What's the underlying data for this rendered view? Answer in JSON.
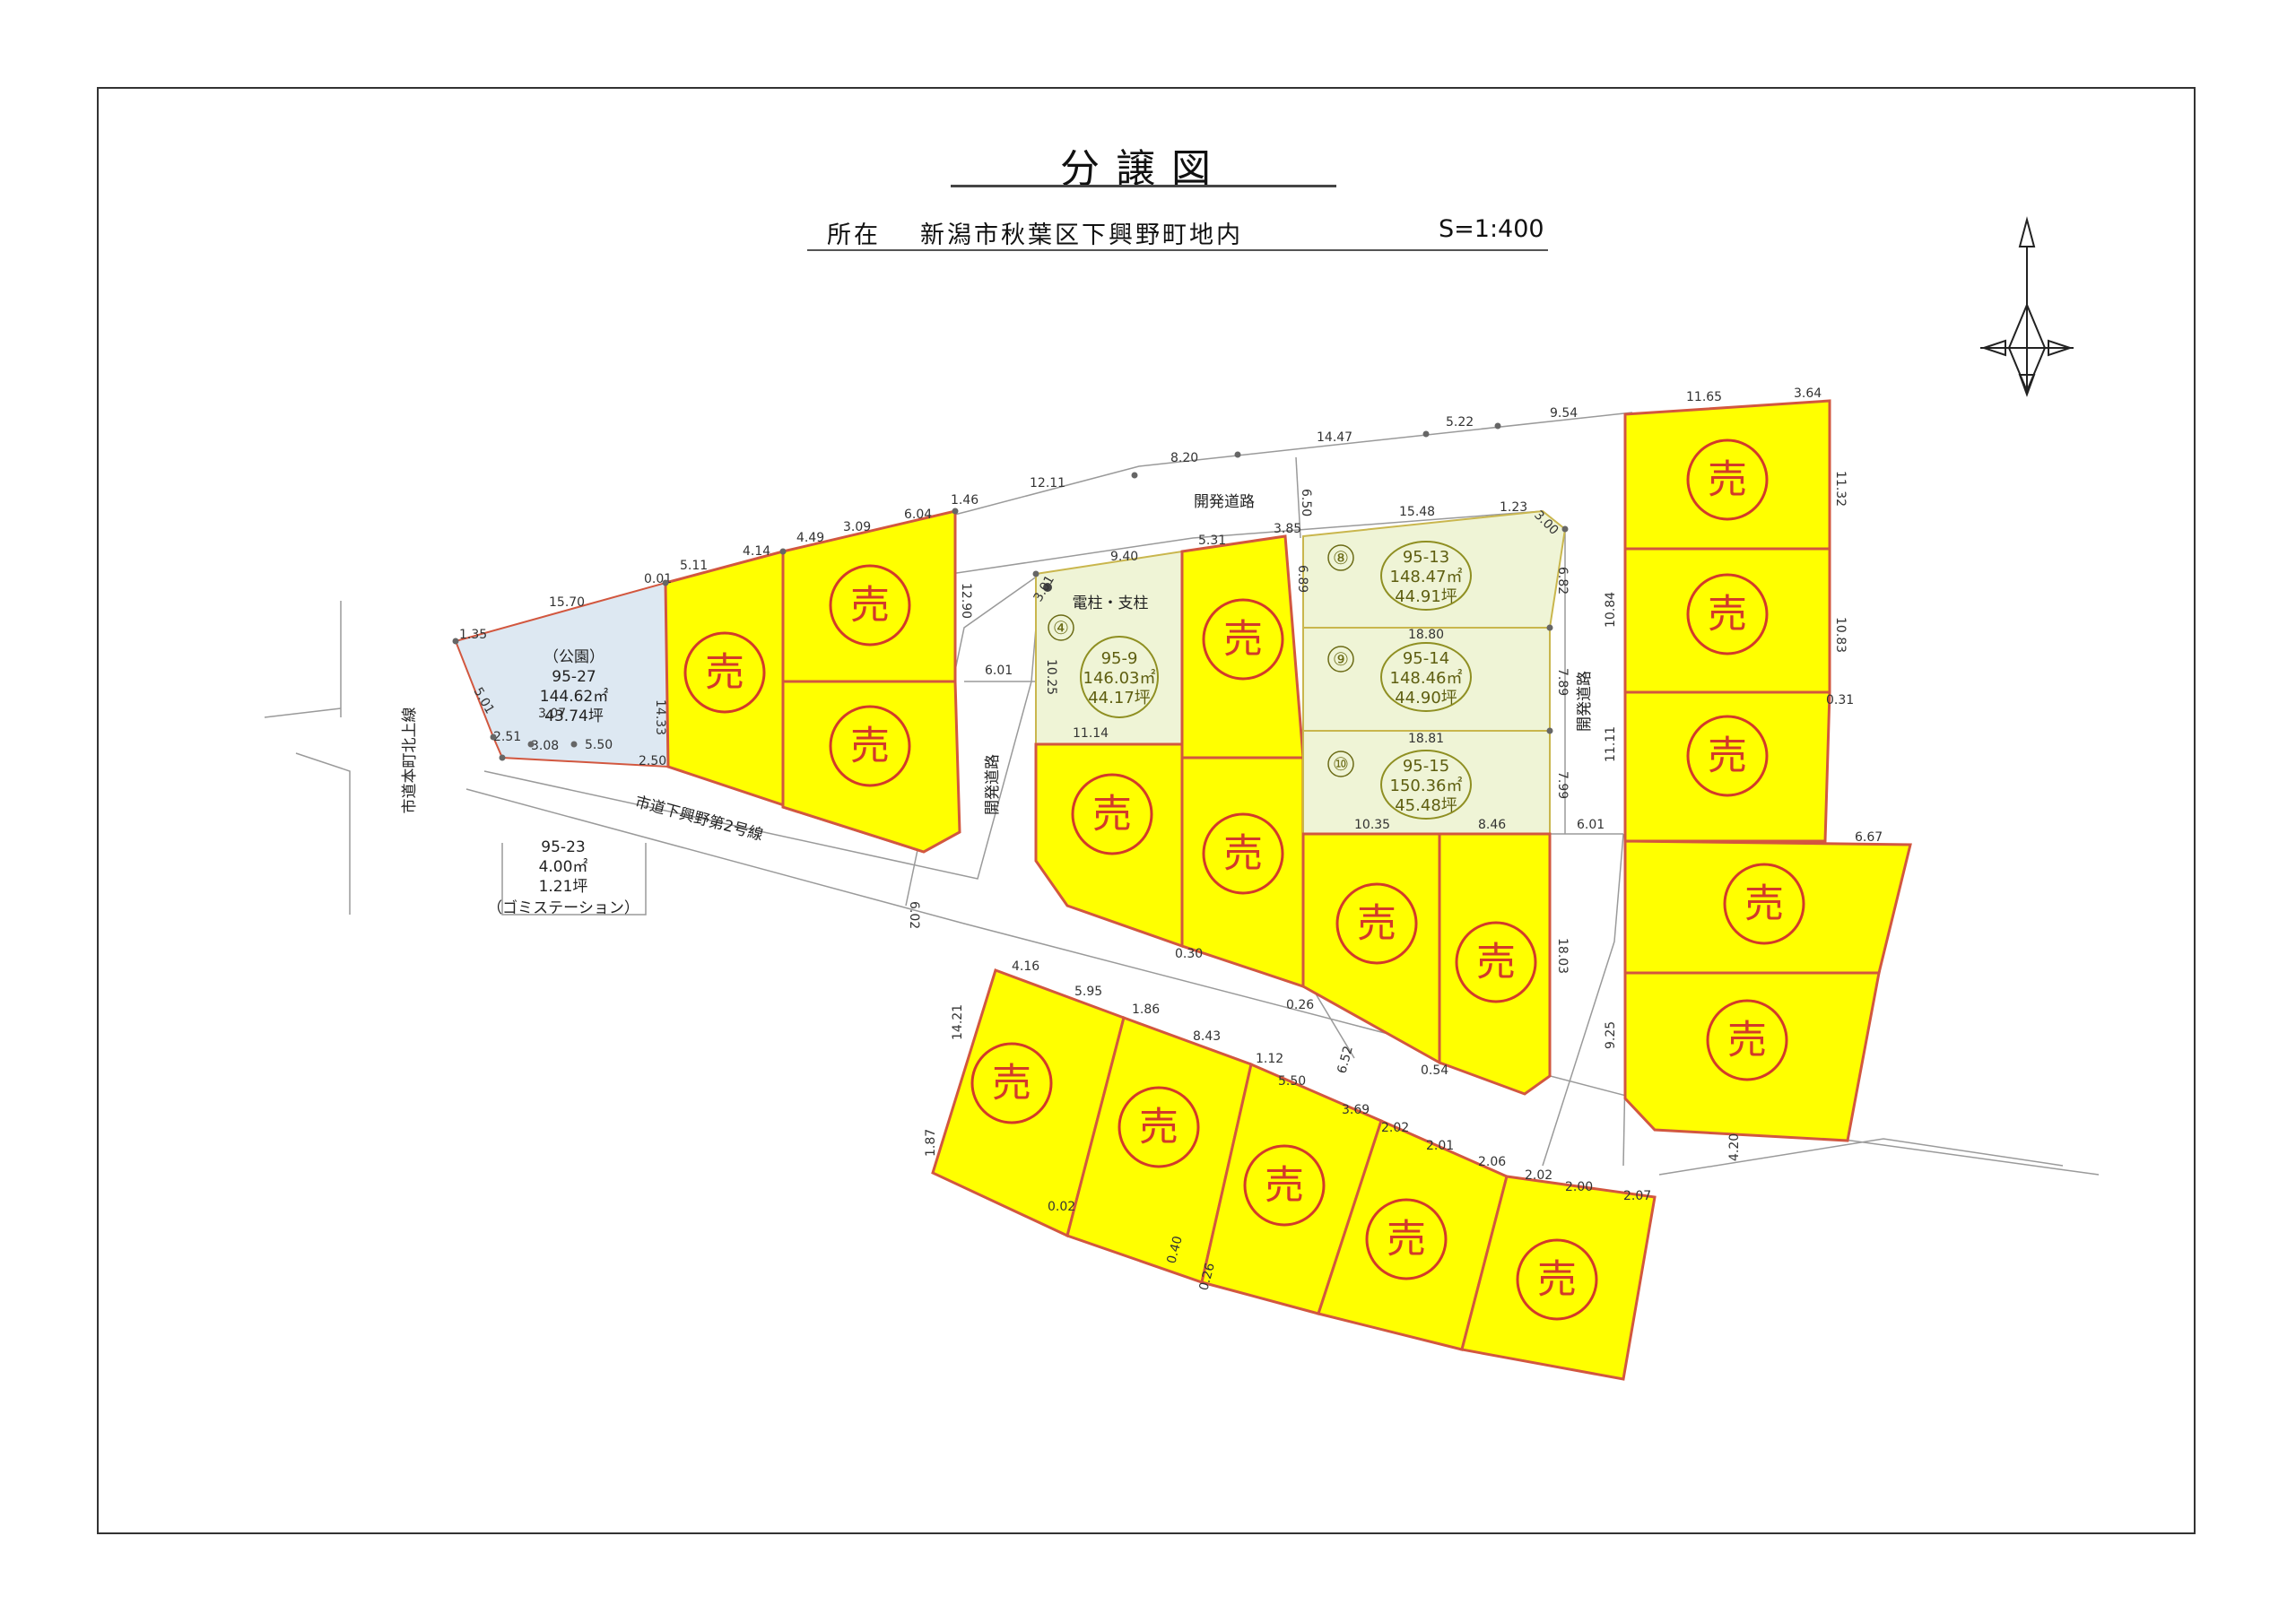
{
  "title": "分譲図",
  "location": {
    "label": "所在",
    "address": "新潟市秋葉区下興野町地内",
    "scale": "S=1:400"
  },
  "sale_mark": "売",
  "lot_numbers": {
    "n4": "④",
    "n8": "⑧",
    "n9": "⑨",
    "n10": "⑩"
  },
  "info": {
    "park": {
      "name": "（公園）",
      "parcel": "95-27",
      "area_m2": "144.62㎡",
      "area_tsubo": "43.74坪"
    },
    "lot4": {
      "parcel": "95-9",
      "area_m2": "146.03㎡",
      "area_tsubo": "44.17坪"
    },
    "lot8": {
      "parcel": "95-13",
      "area_m2": "148.47㎡",
      "area_tsubo": "44.91坪"
    },
    "lot9": {
      "parcel": "95-14",
      "area_m2": "148.46㎡",
      "area_tsubo": "44.90坪"
    },
    "lot10": {
      "parcel": "95-15",
      "area_m2": "150.36㎡",
      "area_tsubo": "45.48坪"
    },
    "garbage": {
      "parcel": "95-23",
      "area_m2": "4.00㎡",
      "area_tsubo": "1.21坪",
      "name": "（ゴミステーション）"
    }
  },
  "labels": {
    "dev_road_top": "開発道路",
    "dev_road_left": "開発道路",
    "dev_road_right": "開発道路",
    "city_road": "市道下興野第2号線",
    "city_road_left": "市道本町北上線",
    "pole": "電柱・支柱"
  },
  "dims": {
    "d1": "15.70",
    "d2": "0.01",
    "d3": "5.11",
    "d4": "4.14",
    "d5": "4.49",
    "d6": "3.09",
    "d7": "6.04",
    "d8": "1.46",
    "d9": "12.11",
    "d10": "8.20",
    "d11": "14.47",
    "d12": "5.22",
    "d13": "9.54",
    "d14": "11.65",
    "d15": "3.64",
    "d16": "11.32",
    "d17": "10.83",
    "d18": "0.31",
    "d19": "11.11",
    "d20": "6.67",
    "d21": "9.25",
    "d22": "10.84",
    "d23": "14.33",
    "d24": "12.90",
    "d25": "6.01",
    "d26": "10.25",
    "d27": "9.40",
    "d28": "5.31",
    "d29": "3.85",
    "d30": "15.48",
    "d31": "6.50",
    "d32": "18.80",
    "d33": "18.81",
    "d34": "7.89",
    "d35": "7.99",
    "d36": "6.82",
    "d37": "11.14",
    "d38": "10.35",
    "d39": "8.46",
    "d40": "6.01",
    "d41": "18.03",
    "d42": "0.54",
    "d43": "6.52",
    "d44": "6.02",
    "d45": "4.16",
    "d46": "5.95",
    "d47": "1.86",
    "d48": "8.43",
    "d49": "1.12",
    "d50": "5.50",
    "d51": "3.69",
    "d52": "2.02",
    "d53": "2.01",
    "d54": "2.06",
    "d55": "2.02",
    "d56": "2.00",
    "d57": "2.07",
    "d58": "14.21",
    "d59": "1.87",
    "d60": "0.02",
    "d61": "0.40",
    "d62": "0.26",
    "d63": "4.20",
    "d64": "3.07",
    "d65": "2.51",
    "d66": "3.08",
    "d67": "5.50",
    "d68": "2.50",
    "d69": "5.01",
    "d70": "1.35",
    "d71": "3.01",
    "d72": "6.89",
    "d73": "3.00",
    "d74": "0.30",
    "d75": "0.26",
    "d76": "1.23"
  }
}
